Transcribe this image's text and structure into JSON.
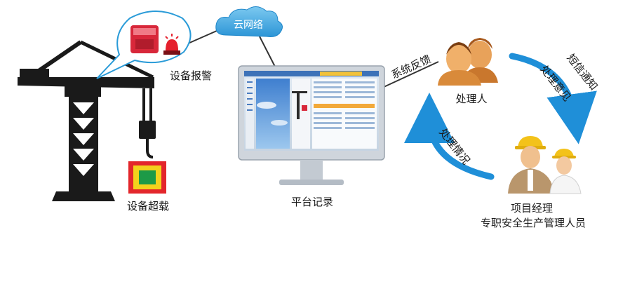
{
  "labels": {
    "device_alarm": "设备报警",
    "device_overload": "设备超载",
    "cloud_network": "云网络",
    "platform_record": "平台记录",
    "system_feedback": "系统反馈",
    "handler": "处理人",
    "sms_notify": "短信通知",
    "handling_opinion": "处理意见",
    "handling_status": "处理情况",
    "project_manager": "项目经理",
    "safety_staff": "专职安全生产管理人员"
  },
  "colors": {
    "crane": "#1a1a1a",
    "alarm_device": "#d8273a",
    "cloud": "#3aa6de",
    "cycle_arrow": "#1f8fd8",
    "overload_box_outer": "#e3262b",
    "overload_box_mid": "#f3d21c",
    "overload_box_inner": "#1d9a47",
    "avatar_skin": "#e8a25a"
  }
}
